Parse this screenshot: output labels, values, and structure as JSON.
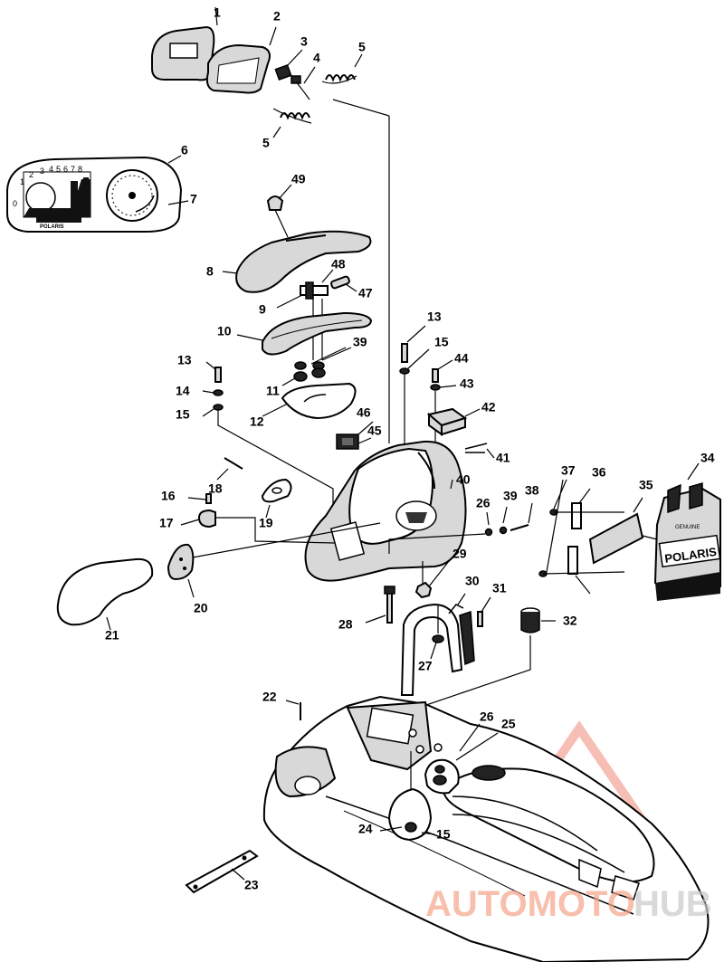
{
  "callouts": [
    "1",
    "2",
    "3",
    "4",
    "5",
    "5",
    "6",
    "7",
    "49",
    "8",
    "48",
    "47",
    "9",
    "10",
    "39",
    "11",
    "12",
    "13",
    "14",
    "15",
    "13",
    "15",
    "44",
    "43",
    "42",
    "46",
    "45",
    "41",
    "40",
    "18",
    "16",
    "19",
    "17",
    "37",
    "36",
    "35",
    "34",
    "26",
    "39",
    "38",
    "20",
    "21",
    "29",
    "30",
    "31",
    "32",
    "28",
    "27",
    "22",
    "26",
    "25",
    "24",
    "15",
    "23"
  ],
  "gauge": {
    "scale": [
      "1",
      "2",
      "3",
      "4",
      "5",
      "6",
      "7",
      "8"
    ],
    "zero": "0",
    "brand": "POLARIS"
  },
  "decal": {
    "brand": "POLARIS",
    "small_text": "GENUINE"
  },
  "watermark": {
    "part1": "AUTOMOTO",
    "part2": "HUB",
    "color1": "#f4a58a",
    "color2": "#c9c9c9"
  }
}
